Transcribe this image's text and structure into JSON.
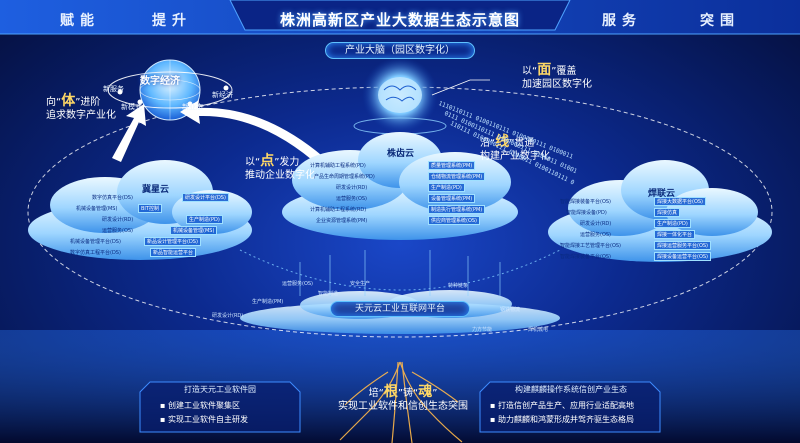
{
  "header": {
    "title": "株洲高新区产业大数据生态示意图",
    "left_tabs": [
      "赋能",
      "提升"
    ],
    "right_tabs": [
      "服务",
      "突围"
    ]
  },
  "brain": {
    "label": "产业大脑（园区数字化）"
  },
  "core": {
    "label": "数字经济",
    "nodes": [
      "新服务",
      "新模式",
      "新业态",
      "新经济"
    ]
  },
  "callouts": {
    "ti": {
      "pre": "向",
      "key": "体",
      "post": "进阶",
      "line2": "追求数字产业化"
    },
    "mian": {
      "pre": "以",
      "key": "面",
      "post": "覆盖",
      "line2": "加速园区数字化"
    },
    "dian": {
      "pre": "以",
      "key": "点",
      "post": "发力",
      "line2": "推动企业数字化"
    },
    "xian": {
      "pre": "沿",
      "key": "线",
      "post": "贯通",
      "line2": "构建产业数字化"
    }
  },
  "binary_text": [
    "1110110111 0100110111 0100000111 0100011",
    "0111 0100110111 0100000111 0100011 01001",
    "110111 0100000111 0100011 0100110111 0"
  ],
  "clouds": {
    "left": {
      "title": "冀星云",
      "rows": [
        {
          "label": "数字仿真平台(DS)",
          "box": "研发设计平台(DS)"
        },
        {
          "label": "机械设备管理(MS)",
          "box": "BIT控制"
        },
        {
          "label": "研发设计(RD)",
          "box": "生产制造(PD)"
        },
        {
          "label": "运营服务(OS)",
          "box": "机械设备管理(MS)"
        },
        {
          "label": "机械设备管理平台(DS)",
          "box": "新品设计管理平台(DS)"
        },
        {
          "label": "数字仿真工程平台(DS)",
          "box": "新品智能运营平台"
        }
      ]
    },
    "center": {
      "title": "株齿云",
      "rows": [
        {
          "label": "计算机辅助工程系统(PD)",
          "box": "质量管理系统(PM)"
        },
        {
          "label": "产品生命周期管理系统(PD)",
          "box": "仓储物流管理系统(PM)"
        },
        {
          "label": "研发设计(RD)",
          "box": "生产制造(PD)"
        },
        {
          "label": "运营服务(OS)",
          "box": "设备管理系统(PM)"
        },
        {
          "label": "计算机辅助工程系统(RD)",
          "box": "制造执行管理系统(PM)"
        },
        {
          "label": "企业资源管理系统(PM)",
          "box": "供应商管理系统(OS)"
        }
      ]
    },
    "right": {
      "title": "焊联云",
      "rows": [
        {
          "label": "智能焊接装备平台(OS)",
          "box": "焊接大数据平台(OS)"
        },
        {
          "label": "智能焊接设备(PD)",
          "box": "焊接仿真"
        },
        {
          "label": "研发设计(RD)",
          "box": "生产制造(PD)"
        },
        {
          "label": "运营服务(OS)",
          "box": "焊接一体化平台"
        },
        {
          "label": "智能焊接工艺管理平台(OS)",
          "box": "焊接运营服务平台(OS)"
        },
        {
          "label": "智能焊接装备平台(OS)",
          "box": "焊接设备运营平台(OS)"
        }
      ]
    }
  },
  "platform": {
    "label": "天元云工业互联网平台",
    "apps": [
      "研发设计(RD)",
      "生产制造(PM)",
      "运营服务(OS)",
      "智能制造",
      "安全生产",
      "特种链条",
      "力方节能",
      "钢铁物流",
      "焊机城电"
    ]
  },
  "bottom": {
    "root_pre": "培",
    "root_key1": "根",
    "root_mid": "铸",
    "root_key2": "魂",
    "root_line2": "实现工业软件和信创生态突围",
    "left_panel": {
      "title": "打造天元工业软件园",
      "items": [
        "创建工业软件聚集区",
        "实现工业软件自主研发"
      ]
    },
    "right_panel": {
      "title": "构建麒麟操作系统信创产业生态",
      "items": [
        "打造信创产品生产、应用行业适配高地",
        "助力麒麟和鸿蒙形成并驾齐驱生态格局"
      ]
    }
  },
  "colors": {
    "accent": "#5fc2ff",
    "highlight": "#ffd866",
    "bg": "#0c2a8f"
  }
}
